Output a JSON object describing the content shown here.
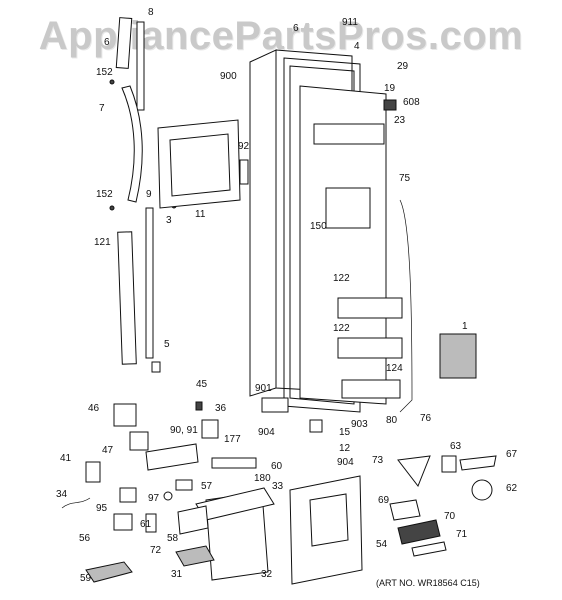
{
  "watermark": "AppliancePartsPros.com",
  "art_number": "(ART NO. WR18564 C15)",
  "callouts": [
    "6",
    "8",
    "152",
    "7",
    "152",
    "9",
    "121",
    "5",
    "11",
    "3",
    "92",
    "900",
    "6",
    "911",
    "4",
    "29",
    "19",
    "608",
    "23",
    "75",
    "150",
    "122",
    "122",
    "1",
    "124",
    "901",
    "904",
    "15",
    "903",
    "80",
    "76",
    "12",
    "904",
    "45",
    "36",
    "46",
    "47",
    "90, 91",
    "177",
    "60",
    "41",
    "34",
    "95",
    "56",
    "61",
    "72",
    "59",
    "97",
    "57",
    "180",
    "33",
    "58",
    "31",
    "32",
    "54",
    "73",
    "63",
    "67",
    "62",
    "69",
    "70",
    "71"
  ]
}
